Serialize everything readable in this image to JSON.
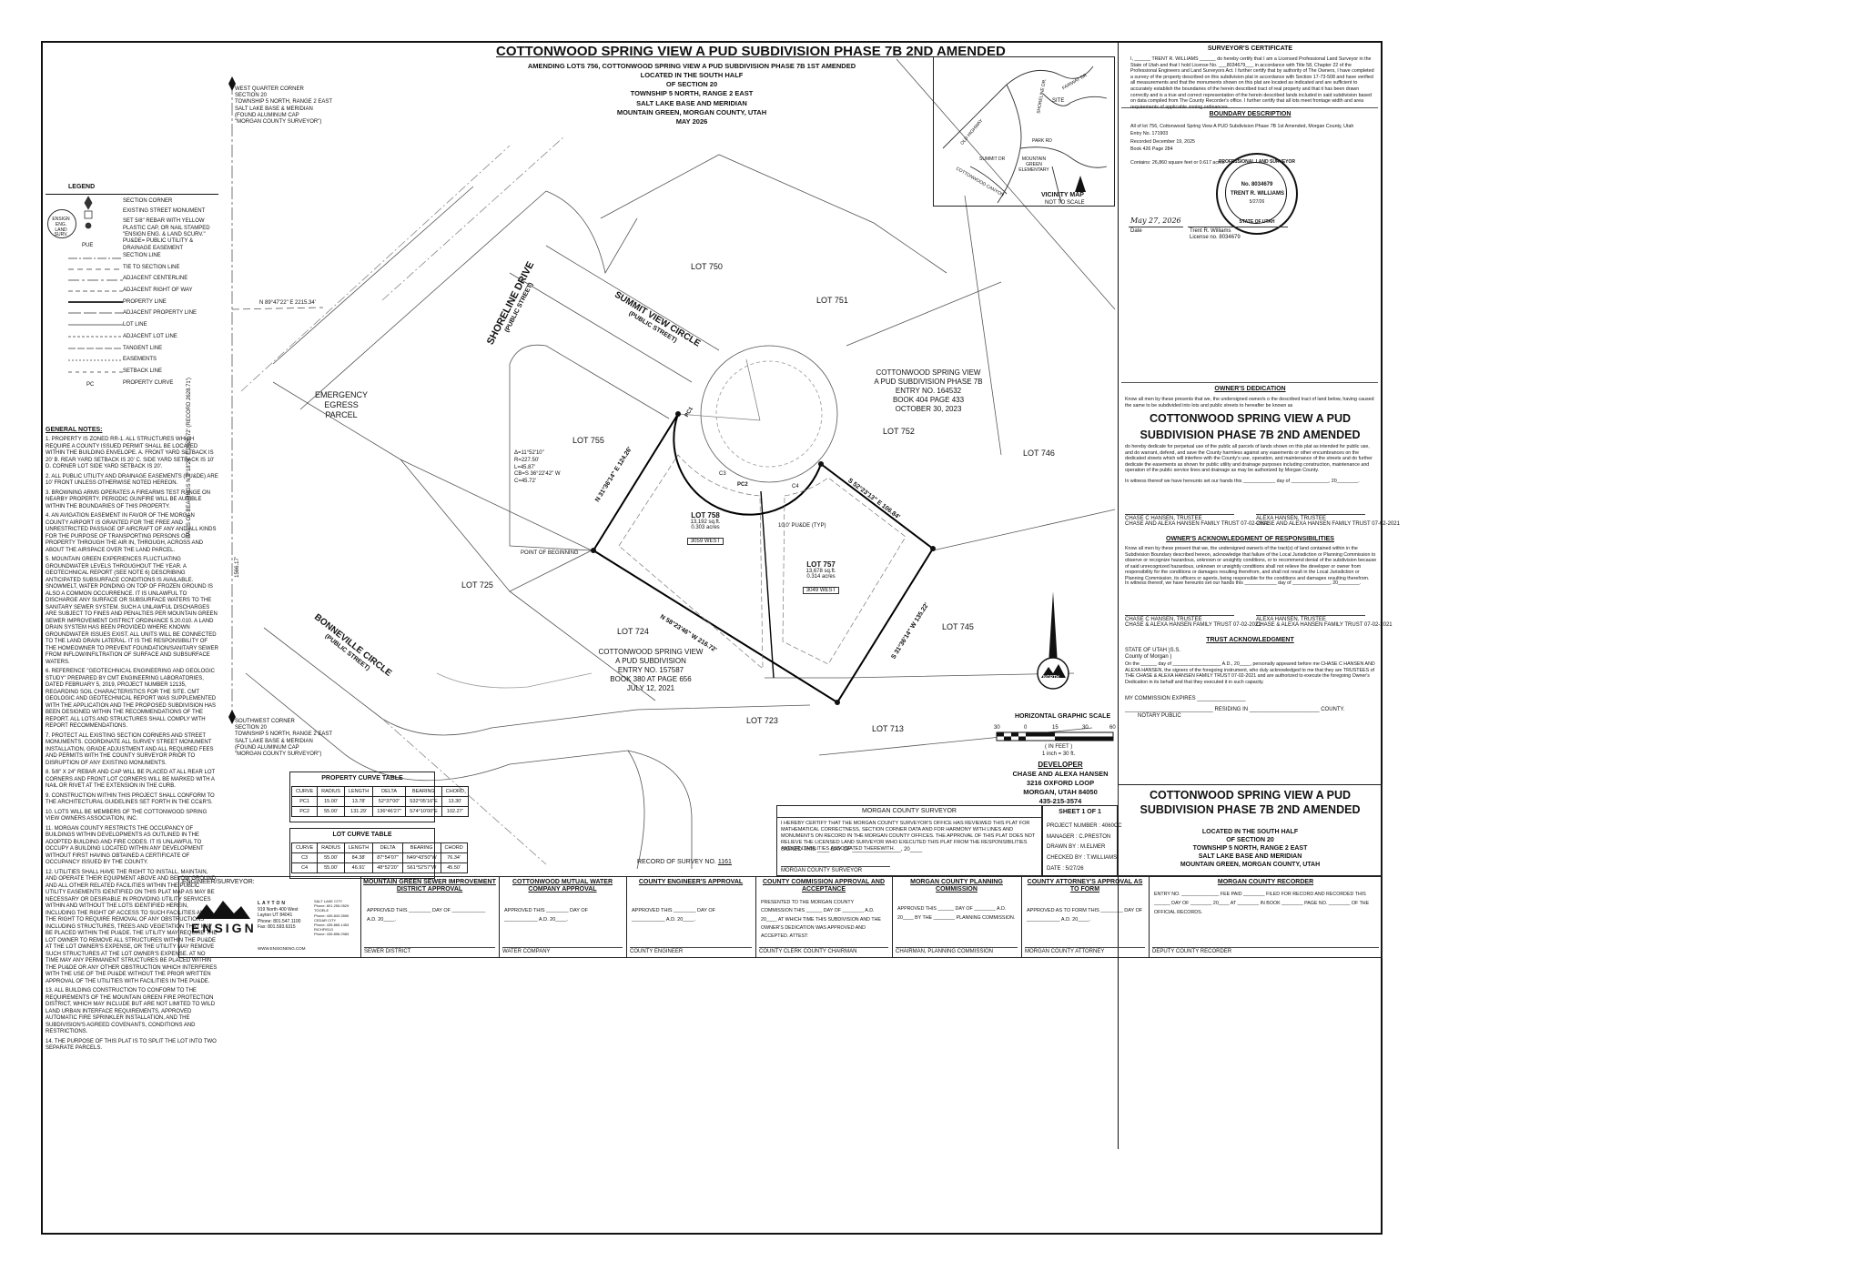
{
  "title": {
    "main": "COTTONWOOD SPRING VIEW A PUD SUBDIVISION PHASE 7B 2ND AMENDED",
    "lines": [
      "AMENDING LOTS 756, COTTONWOOD SPRING VIEW A PUD SUBDIVISION PHASE 7B 1ST AMENDED",
      "LOCATED IN THE SOUTH HALF",
      "OF SECTION 20",
      "TOWNSHIP 5 NORTH, RANGE 2 EAST",
      "SALT LAKE BASE AND MERIDIAN",
      "MOUNTAIN GREEN, MORGAN COUNTY, UTAH",
      "MAY 2026"
    ]
  },
  "corners": {
    "west_quarter": [
      "WEST QUARTER CORNER",
      "SECTION 20",
      "TOWNSHIP 5 NORTH, RANGE 2 EAST",
      "SALT LAKE BASE & MERIDIAN",
      "(FOUND ALUMINUM CAP",
      "\"MORGAN COUNTY SURVEYOR\")"
    ],
    "southwest": [
      "SOUTHWEST CORNER",
      "SECTION 20",
      "TOWNSHIP 5 NORTH, RANGE 2 EAST",
      "SALT LAKE BASE & MERIDIAN",
      "(FOUND ALUMINUM CAP",
      "\"MORGAN COUNTY SURVEYOR\")"
    ]
  },
  "legend": {
    "title": "LEGEND",
    "badge": "ENSIGN ENG. LAND SURV.",
    "pue": "PUE",
    "pc": "PC",
    "items": [
      "SECTION CORNER",
      "EXISTING STREET MONUMENT",
      "SET 5/8\" REBAR WITH YELLOW PLASTIC CAP, OR NAIL STAMPED \"ENSIGN ENG. & LAND SCURV.\"",
      "PU&DE= PUBLIC UTILITY & DRAINAGE EASEMENT",
      "SECTION LINE",
      "TIE TO SECTION LINE",
      "ADJACENT CENTERLINE",
      "ADJACENT RIGHT OF WAY",
      "PROPERTY LINE",
      "ADJACENT PROPERTY LINE",
      "LOT LINE",
      "ADJACENT LOT LINE",
      "TANGENT LINE",
      "EASEMENTS",
      "SETBACK LINE",
      "PROPERTY CURVE"
    ]
  },
  "general_notes": {
    "title": "GENERAL NOTES:",
    "notes": [
      "1. PROPERTY IS ZONED RR-1. ALL STRUCTURES WHICH REQUIRE A COUNTY ISSUED PERMIT SHALL BE LOCATED WITHIN THE BUILDING ENVELOPE. A. FRONT YARD SETBACK IS 20' B. REAR YARD SETBACK IS 20' C. SIDE YARD SETBACK IS 10' D. CORNER LOT SIDE YARD SETBACK IS 20'.",
      "2. ALL PUBLIC UTILITY AND DRAINAGE EASEMENTS (PU&DE) ARE 10' FRONT UNLESS OTHERWISE NOTED HEREON.",
      "3. BROWNING ARMS OPERATES A FIREARMS TEST RANGE ON NEARBY PROPERTY. PERIODIC GUNFIRE WILL BE AUDIBLE WITHIN THE BOUNDARIES OF THIS PROPERTY.",
      "4. AN AVIGATION EASEMENT IN FAVOR OF THE MORGAN COUNTY AIRPORT IS GRANTED FOR THE FREE AND UNRESTRICTED PASSAGE OF AIRCRAFT OF ANY AND ALL KINDS FOR THE PURPOSE OF TRANSPORTING PERSONS OR PROPERTY THROUGH THE AIR IN, THROUGH, ACROSS AND ABOUT THE AIRSPACE OVER THE LAND PARCEL.",
      "5. MOUNTAIN GREEN EXPERIENCES FLUCTUATING GROUNDWATER LEVELS THROUGHOUT THE YEAR. A GEOTECHNICAL REPORT (SEE NOTE 6) DESCRIBING ANTICIPATED SUBSURFACE CONDITIONS IS AVAILABLE. SNOWMELT, WATER PONDING ON TOP OF FROZEN GROUND IS ALSO A COMMON OCCURRENCE. IT IS UNLAWFUL TO DISCHARGE ANY SURFACE OR SUBSURFACE WATERS TO THE SANITARY SEWER SYSTEM. SUCH A UNLAWFUL DISCHARGES ARE SUBJECT TO FINES AND PENALTIES PER MOUNTAIN GREEN SEWER IMPROVEMENT DISTRICT ORDINANCE 5.20.010. A LAND DRAIN SYSTEM HAS BEEN PROVIDED WHERE KNOWN GROUNDWATER ISSUES EXIST. ALL UNITS WILL BE CONNECTED TO THE LAND DRAIN LATERAL. IT IS THE RESPONSIBILITY OF THE HOMEOWNER TO PREVENT FOUNDATION/SANITARY SEWER FROM INFLOW/INFILTRATION OF SURFACE AND SUBSURFACE WATERS.",
      "6. REFERENCE \"GEOTECHNICAL ENGINEERING AND GEOLOGIC STUDY\" PREPARED BY CMT ENGINEERING LABORATORIES, DATED FEBRUARY 5, 2019, PROJECT NUMBER 12135, REGARDING SOIL CHARACTERISTICS FOR THE SITE. CMT GEOLOGIC AND GEOTECHNICAL REPORT WAS SUPPLEMENTED WITH THE APPLICATION AND THE PROPOSED SUBDIVISION HAS BEEN DESIGNED WITHIN THE RECOMMENDATIONS OF THE REPORT. ALL LOTS AND STRUCTURES SHALL COMPLY WITH REPORT RECOMMENDATIONS.",
      "7. PROTECT ALL EXISTING SECTION CORNERS AND STREET MONUMENTS. COORDINATE ALL SURVEY STREET MONUMENT INSTALLATION, GRADE ADJUSTMENT AND ALL REQUIRED FEES AND PERMITS WITH THE COUNTY SURVEYOR PRIOR TO DISRUPTION OF ANY EXISTING MONUMENTS.",
      "8. 5/8\" X 24\" REBAR AND CAP WILL BE PLACED AT ALL REAR LOT CORNERS AND FRONT LOT CORNERS WILL BE MARKED WITH A NAIL OR RIVET AT THE EXTENSION IN THE CURB.",
      "9. CONSTRUCTION WITHIN THIS PROJECT SHALL CONFORM TO THE ARCHITECTURAL GUIDELINES SET FORTH IN THE CC&R'S.",
      "10. LOTS WILL BE MEMBERS OF THE COTTONWOOD SPRING VIEW OWNERS ASSOCIATION, INC.",
      "11. MORGAN COUNTY RESTRICTS THE OCCUPANCY OF BUILDINGS WITHIN DEVELOPMENTS AS OUTLINED IN THE ADOPTED BUILDING AND FIRE CODES. IT IS UNLAWFUL TO OCCUPY A BUILDING LOCATED WITHIN ANY DEVELOPMENT WITHOUT FIRST HAVING OBTAINED A CERTIFICATE OF OCCUPANCY ISSUED BY THE COUNTY.",
      "12. UTILITIES SHALL HAVE THE RIGHT TO INSTALL, MAINTAIN, AND OPERATE THEIR EQUIPMENT ABOVE AND BELOW GROUND AND ALL OTHER RELATED FACILITIES WITHIN THE PUBLIC UTILITY EASEMENTS IDENTIFIED ON THIS PLAT MAP AS MAY BE NECESSARY OR DESIRABLE IN PROVIDING UTILITY SERVICES WITHIN AND WITHOUT THE LOTS IDENTIFIED HEREIN, INCLUDING THE RIGHT OF ACCESS TO SUCH FACILITIES AND THE RIGHT TO REQUIRE REMOVAL OF ANY OBSTRUCTIONS INCLUDING STRUCTURES, TREES AND VEGETATION THAT MAY BE PLACED WITHIN THE PU&DE. THE UTILITY MAY REQUIRE THE LOT OWNER TO REMOVE ALL STRUCTURES WITHIN THE PU&DE AT THE LOT OWNER'S EXPENSE, OR THE UTILITY MAY REMOVE SUCH STRUCTURES AT THE LOT OWNER'S EXPENSE. AT NO TIME MAY ANY PERMANENT STRUCTURES BE PLACED WITHIN THE PU&DE OR ANY OTHER OBSTRUCTION WHICH INTERFERES WITH THE USE OF THE PU&DE WITHOUT THE PRIOR WRITTEN APPROVAL OF THE UTILITIES WITH FACILITIES IN THE PU&DE.",
      "13. ALL BUILDING CONSTRUCTION TO CONFORM TO THE REQUIREMENTS OF THE MOUNTAIN GREEN FIRE PROTECTION DISTRICT, WHICH MAY INCLUDE BUT ARE NOT LIMITED TO WILD LAND URBAN INTERFACE REQUIREMENTS, APPROVED AUTOMATIC FIRE SPRINKLER INSTALLATION, AND THE SUBDIVISION'S AGREED COVENANTS, CONDITIONS AND RESTRICTIONS.",
      "14. THE PURPOSE OF THIS PLAT IS TO SPLIT THE LOT INTO TWO SEPARATE PARCELS."
    ]
  },
  "map": {
    "streets": [
      {
        "name": "SHORELINE DRIVE",
        "type": "(PUBLIC STREET)"
      },
      {
        "name": "SUMMIT VIEW CIRCLE",
        "type": "(PUBLIC STREET)"
      },
      {
        "name": "BONNEVILLE CIRCLE",
        "type": "(PUBLIC STREET)"
      }
    ],
    "lots": [
      "LOT 750",
      "LOT 751",
      "LOT 752",
      "LOT 755",
      "LOT 746",
      "LOT 725",
      "LOT 724",
      "LOT 745",
      "LOT 723",
      "LOT 713"
    ],
    "emergency_parcel": [
      "EMERGENCY",
      "EGRESS",
      "PARCEL"
    ],
    "lot758": {
      "name": "LOT 758",
      "sqft": "13,192 sq.ft.",
      "acres": "0.303 acres",
      "address": "3059 WEST"
    },
    "lot757": {
      "name": "LOT 757",
      "sqft": "13,678 sq.ft.",
      "acres": "0.314 acres",
      "address": "3049 WEST"
    },
    "phase7b": [
      "COTTONWOOD SPRING VIEW",
      "A PUD SUBDIVISION PHASE 7B",
      "ENTRY NO. 164532",
      "BOOK 404 PAGE 433",
      "OCTOBER 30, 2023"
    ],
    "sub_724": [
      "COTTONWOOD SPRING VIEW",
      "A PUD SUBDIVISION",
      "ENTRY NO. 157587",
      "BOOK 380 AT PAGE 656",
      "JULY 12, 2021"
    ],
    "bearings": {
      "b1": "N 31°36'14\" E  124.26'",
      "b2": "S 52°23'13\" E  106.84'",
      "b3": "N 58°23'46\" W  216.72'",
      "b4": "S 31°36'14\" W  135.22'",
      "tie": "N 89°47'22\" E   2215.34'",
      "basis": "BASIS OF BEARINGS N 0°18'24\" E  2628.72' (RECORD 2628.71')",
      "len1": "1566.17'"
    },
    "curve_data": [
      "Δ=11°52'10\"",
      "R=227.50'",
      "L=45.87'",
      "CB=S 36°22'42\" W",
      "C=45.72'"
    ],
    "labels": {
      "pob": "POINT OF BEGINNING",
      "pc1": "PC1",
      "pc2": "PC2",
      "pue": "10.0' PU&DE (TYP)",
      "c3": "C3",
      "c4": "C4"
    },
    "scale_title": "HORIZONTAL GRAPHIC SCALE",
    "scale_ticks": [
      "30",
      "0",
      "15",
      "30",
      "60"
    ],
    "scale_note1": "( IN FEET )",
    "scale_note2": "1 inch = 30 ft.",
    "north": "NORTH"
  },
  "vicinity_map": {
    "title": "VICINITY MAP",
    "note": "NOT TO SCALE",
    "site": "SITE",
    "labels": [
      "OLD HIGHWAY",
      "SHORELINE DR.",
      "COTTONWOOD CANYON",
      "PARK RD",
      "MOUNTAIN GREEN ELEMENTARY",
      "SUMMIT DR",
      "FAIRWAY DR"
    ]
  },
  "curve_table": {
    "title": "PROPERTY CURVE TABLE",
    "headers": [
      "CURVE",
      "RADIUS",
      "LENGTH",
      "DELTA",
      "BEARING",
      "CHORD"
    ],
    "rows": [
      [
        "PC1",
        "15.00'",
        "13.78'",
        "52°37'00\"",
        "S32°05'16\"E",
        "13.30'"
      ],
      [
        "PC2",
        "55.00'",
        "131.29'",
        "136°46'27\"",
        "S74°10'00\"E",
        "102.27'"
      ]
    ]
  },
  "lot_curve_table": {
    "title": "LOT CURVE TABLE",
    "headers": [
      "CURVE",
      "RADIUS",
      "LENGTH",
      "DELTA",
      "BEARING",
      "CHORD"
    ],
    "rows": [
      [
        "C3",
        "55.00'",
        "84.38'",
        "87°54'07\"",
        "N49°43'50\"W",
        "76.34'"
      ],
      [
        "C4",
        "55.00'",
        "46.91'",
        "48°52'20\"",
        "S61°52'57\"W",
        "45.50'"
      ]
    ]
  },
  "record_of_survey": {
    "label": "RECORD OF SURVEY NO.",
    "value": "1161"
  },
  "developer": {
    "title": "DEVELOPER",
    "lines": [
      "CHASE AND ALEXA HANSEN",
      "3216 OXFORD LOOP",
      "MORGAN, UTAH 84050",
      "435-215-3574"
    ]
  },
  "county_surveyor": {
    "title": "MORGAN COUNTY SURVEYOR",
    "text": "I HEREBY CERTIFY THAT THE MORGAN COUNTY SURVEYOR'S OFFICE HAS REVIEWED THIS PLAT FOR MATHEMATICAL CORRECTNESS, SECTION CORNER DATA AND FOR HARMONY WITH LINES AND MONUMENTS ON RECORD IN THE MORGAN COUNTY OFFICES. THE APPROVAL OF THIS PLAT DOES NOT RELIEVE THE LICENSED LAND SURVEYOR WHO EXECUTED THIS PLAT FROM THE RESPONSIBILITIES AND/OR LIABILITIES ASSOCIATED THEREWITH.",
    "signed": "SIGNED THIS ____ DAY OF ________________, 20____",
    "sig": "MORGAN COUNTY SURVEYOR"
  },
  "sheet": {
    "title": "SHEET   1  OF  1",
    "rows": [
      "PROJECT NUMBER : 4060CC",
      "MANAGER : C.PRESTON",
      "DRAWN BY : M.ELMER",
      "CHECKED BY : T.WILLIAMS",
      "DATE : 5/27/26"
    ]
  },
  "title_block": {
    "main": "COTTONWOOD SPRING VIEW A PUD SUBDIVISION PHASE 7B 2ND AMENDED",
    "lines": [
      "LOCATED IN THE SOUTH HALF",
      "OF SECTION 20",
      "TOWNSHIP 5 NORTH, RANGE 2 EAST",
      "SALT LAKE BASE AND MERIDIAN",
      "MOUNTAIN GREEN, MORGAN COUNTY, UTAH"
    ]
  },
  "surveyor_cert": {
    "title": "SURVEYOR'S CERTIFICATE",
    "text": "I, ______ TRENT R. WILLIAMS ______ do hereby certify that I am a Licensed Professional Land Surveyor in the State of Utah and that I hold License No. ___8034679___ in accordance with Title 58, Chapter 22 of the Professional Engineers and Land Surveyors Act. I further certify that by authority of The Owners, I have completed a survey of the property described on this subdivision plat in accordance with Section 17-73-508 and have verified all measurements and that the monuments shown on this plat are located as indicated and are sufficient to accurately establish the boundaries of the herein described tract of real property and that it has been drawn correctly and is a true and correct representation of the herein described lands included in said subdivision based on data compiled from The County Recorder's office. I further certify that all lots meet frontage width and area requirements of applicable zoning ordinances."
  },
  "boundary": {
    "title": "BOUNDARY DESCRIPTION",
    "lines": [
      "All of lot 756, Cottonwood Spring View A PUD Subdivision Phase 7B 1st Amended, Morgan County, Utah",
      "Entry No. 171903",
      "Recorded December 19, 2025",
      "Book 426 Page 284",
      "Contains: 26,860 square feet or 0.617 acres"
    ]
  },
  "seal": {
    "top": "PROFESSIONAL LAND SURVEYOR",
    "no": "No. 8034679",
    "name": "TRENT R. WILLIAMS",
    "bottom": "STATE OF UTAH",
    "date": "5/27/26"
  },
  "surveyor_sig": {
    "date": "May 27, 2026",
    "date_label": "Date",
    "name": "Trent R. Williams",
    "license": "License no. 8034679"
  },
  "owners_dedication": {
    "title": "OWNER'S DEDICATION",
    "intro": "Know all men by these presents that we, the undersigned owner/s o the described tract of land below, having caused the same to be subdivided into lots and public streets to hereafter be known as",
    "name": "COTTONWOOD SPRING VIEW A PUD SUBDIVISION PHASE 7B 2ND AMENDED",
    "body": "do hereby dedicate for perpetual use of the public all parcels of lands shown on this plat as intended for public use, and do warrant, defend, and save the County harmless against any easements or other encumbrances on the dedicated streets which will interfere with the County's use, operation, and maintenance of the streets and do further dedicate the easements as shown for public utility and drainage purposes including construction, maintenance and operation of the public service lines and drainage as may be authorized by Morgan County.",
    "witness": "In witness thereof we have hereunto set our hands this ____________ day of ______________, 20________.",
    "sig1": [
      "CHASE C HANSEN, TRUSTEE",
      "CHASE AND ALEXA HANSEN FAMILY TRUST 07-02-2021"
    ],
    "sig2": [
      "ALEXA HANSEN, TRUSTEE",
      "CHASE AND ALEXA HANSEN FAMILY TRUST 07-02-2021"
    ]
  },
  "owners_ack": {
    "title": "OWNER'S ACKNOWLEDGMENT OF RESPONSIBILITIES",
    "body": "Know all men by these present that we, the undersigned owner/s of the tract(s) of land contained within in the Subdivision Boundary described hereon, acknowledge that failure of the Local Jurisdiction or Planning Commission to observe or recognize hazardous, unknown or unsightly conditions, or to recommend denial of the subdivision because of said unrecognized hazardous, unknown or unsightly conditions shall not relieve the developer or owner from responsibility for the conditions or damages resulting therefrom, and shall not result in the Local Jurisdiction or Planning Commission, its officers or agents, being responsible for the conditions and damages resulting therefrom.",
    "witness": "In witness thereof, we have hereunto set our hands this ____________ day of ______________, 20________.",
    "sig1": [
      "CHASE C HANSEN, TRUSTEE",
      "CHASE & ALEXA HANSEN FAMILY TRUST 07-02-2021"
    ],
    "sig2": [
      "ALEXA HANSEN, TRUSTEE",
      "CHASE & ALEXA HANSEN FAMILY TRUST 07-02-2021"
    ]
  },
  "trust_ack": {
    "title": "TRUST ACKNOWLEDGMENT",
    "state": "STATE OF UTAH   )S.S.",
    "county": "County of  Morgan   )",
    "body": "On the ______ day of __________________ A.D., 20____, personally appeared before me CHASE C HANSEN AND ALEXA HANSEN, the signers of the foregoing instrument, who duly acknowledged to me that they are TRUSTEES of THE CHASE & ALEXA HANSEN FAMILY TRUST 07-02-2021 and are authorized to execute the foregoing Owner's Dedication in its behalf and that they executed it in such capacity.",
    "commission": "MY COMMISSION EXPIRES ________________",
    "residing": "_____________________________ RESIDING IN _______________________ COUNTY.",
    "notary": "NOTARY PUBLIC"
  },
  "engineer": {
    "title": "ENGINEER/SURVEYOR:",
    "logo": "ENSIGN",
    "office": [
      "LAYTON",
      "919 North 400 West",
      "Layton UT 84041",
      "Phone: 801.547.1100",
      "Fax: 801.593.6315"
    ],
    "cities": [
      "SALT LAKE CITY",
      "Phone: 801.255.0529",
      "TOOELE",
      "Phone: 435.843.3590",
      "CEDAR CITY",
      "Phone: 435.865.1453",
      "RICHFIELD",
      "Phone: 435.896.2983"
    ],
    "web": "WWW.ENSIGNENG.COM"
  },
  "approvals": [
    {
      "title": "MOUNTAIN GREEN SEWER IMPROVEMENT DISTRICT APPROVAL",
      "text": "APPROVED THIS ________ DAY OF ____________ A.D. 20____.",
      "sig": "SEWER DISTRICT"
    },
    {
      "title": "COTTONWOOD MUTUAL WATER COMPANY APPROVAL",
      "text": "APPROVED THIS ________ DAY OF ____________ A.D. 20____.",
      "sig": "WATER COMPANY"
    },
    {
      "title": "COUNTY ENGINEER'S APPROVAL",
      "text": "APPROVED THIS ________ DAY OF ____________ A.D. 20____.",
      "sig": "COUNTY ENGINEER"
    },
    {
      "title": "COUNTY COMMISSION APPROVAL AND ACCEPTANCE",
      "text": "PRESENTED TO THE MORGAN COUNTY COMMISSION THIS ______ DAY OF ________ A.D. 20____ AT WHICH TIME THIS SUBDIVISION AND THE OWNER'S DEDICATION WAS APPROVED AND ACCEPTED. ATTEST:",
      "sig": "COUNTY CLERK        COUNTY CHAIRMAN"
    },
    {
      "title": "MORGAN COUNTY PLANNING COMMISSION",
      "text": "APPROVED THIS ______ DAY OF ________ A.D. 20____ BY THE ________ PLANNING COMMISSION.",
      "sig": "CHAIRMAN, PLANNING COMMISSION"
    },
    {
      "title": "COUNTY ATTORNEY'S APPROVAL AS TO FORM",
      "text": "APPROVED AS TO FORM THIS ________ DAY OF ____________ A.D. 20____.",
      "sig": "MORGAN COUNTY ATTORNEY"
    },
    {
      "title": "MORGAN COUNTY RECORDER",
      "text": "ENTRY NO. ______________ FEE PAID ________ FILED FOR RECORD AND RECORDED THIS ______ DAY OF ________ 20____ AT ________ IN BOOK ________ PAGE NO. ________ OF THE OFFICIAL RECORDS.",
      "sig": "DEPUTY        COUNTY RECORDER"
    }
  ]
}
